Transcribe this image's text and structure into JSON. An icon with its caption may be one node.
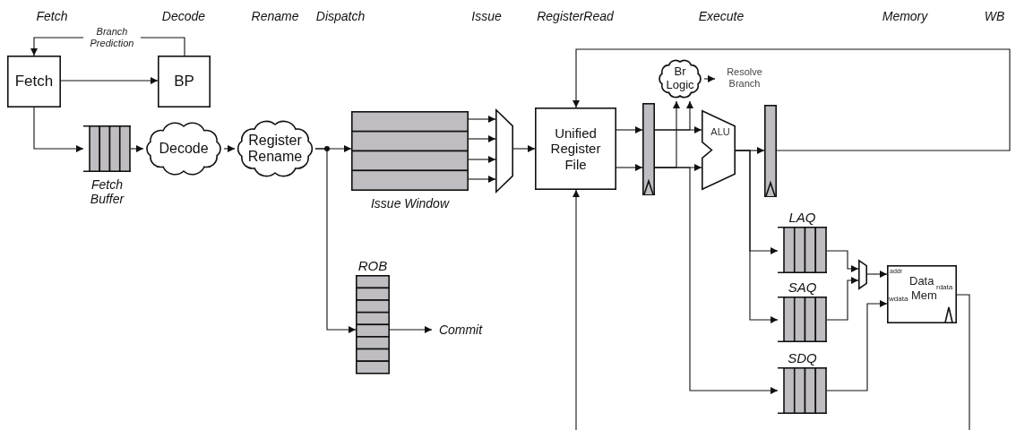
{
  "diagram": {
    "nodes": [
      {
        "text": [
          "Fetch"
        ]
      },
      {
        "text": [
          "BP"
        ]
      },
      {
        "text": [
          "Fetch Buffer"
        ]
      },
      {
        "text": [
          "Decode"
        ]
      },
      {
        "text": [
          "Register Rename"
        ]
      },
      {
        "text": [
          "Issue Window"
        ]
      },
      {
        "text": [],
        "shape": "trapezoid"
      },
      {
        "text": [
          "Unified Register File"
        ]
      },
      {
        "text": [],
        "shape": "bar"
      },
      {
        "text": [
          "Br Logic"
        ]
      },
      {
        "text": [
          "Resolve Branch"
        ]
      },
      {
        "text": [
          "ALU"
        ]
      },
      {
        "text": [],
        "shape": "bar"
      },
      {
        "text": [
          "LAQ"
        ]
      },
      {
        "text": [
          "SAQ"
        ]
      },
      {
        "text": [
          "SDQ"
        ]
      },
      {
        "text": [],
        "shape": "trapezoid"
      },
      {
        "text": [
          "addr",
          "Data",
          "rdata",
          "wdata",
          "Mem"
        ]
      },
      {
        "text": [
          "ROB"
        ]
      },
      {
        "text": [
          "Commit"
        ]
      }
    ],
    "edges": [
      {
        "from": 0,
        "to": 1,
        "arrow": "to"
      },
      {
        "from": 1,
        "to": 0,
        "arrow": "to",
        "label": "Branch Prediction"
      },
      {
        "from": 0,
        "to": 2,
        "arrow": "to"
      },
      {
        "from": 2,
        "to": 3,
        "arrow": "to"
      },
      {
        "from": 3,
        "to": 4,
        "arrow": "to"
      },
      {
        "from": 4,
        "to": 5,
        "arrow": "to"
      },
      {
        "from": 4,
        "to": 18,
        "arrow": "to"
      },
      {
        "from": 18,
        "to": 19,
        "arrow": "to"
      },
      {
        "from": 5,
        "to": 6,
        "arrow": "to"
      },
      {
        "from": 5,
        "to": 6,
        "arrow": "to"
      },
      {
        "from": 5,
        "to": 6,
        "arrow": "to"
      },
      {
        "from": 5,
        "to": 6,
        "arrow": "to"
      },
      {
        "from": 6,
        "to": 7,
        "arrow": "to"
      },
      {
        "from": 7,
        "to": 8,
        "arrow": "to"
      },
      {
        "from": 7,
        "to": 8,
        "arrow": "to"
      },
      {
        "from": 8,
        "to": 11,
        "arrow": "to"
      },
      {
        "from": 8,
        "to": 11,
        "arrow": "to"
      },
      {
        "from": 8,
        "to": 9,
        "arrow": "to"
      },
      {
        "from": 8,
        "to": 9,
        "arrow": "to"
      },
      {
        "from": 9,
        "to": 10,
        "arrow": "to"
      },
      {
        "from": 11,
        "to": 12,
        "arrow": "to"
      },
      {
        "from": 12,
        "to": 7,
        "arrow": "to"
      },
      {
        "from": 11,
        "to": 13,
        "arrow": "to"
      },
      {
        "from": 11,
        "to": 14,
        "arrow": "to"
      },
      {
        "from": 8,
        "to": 15,
        "arrow": "to"
      },
      {
        "from": 13,
        "to": 16,
        "arrow": "to"
      },
      {
        "from": 14,
        "to": 16,
        "arrow": "to"
      },
      {
        "from": 16,
        "to": 17,
        "arrow": "to"
      },
      {
        "from": 15,
        "to": 17,
        "arrow": "to"
      },
      {
        "from": 17,
        "to": null,
        "arrow": "none"
      },
      {
        "from": null,
        "to": 7,
        "arrow": "to"
      }
    ],
    "labels": [
      "Fetch",
      "Decode",
      "Rename",
      "Dispatch",
      "Issue",
      "RegisterRead",
      "Execute",
      "Memory",
      "WB"
    ]
  }
}
